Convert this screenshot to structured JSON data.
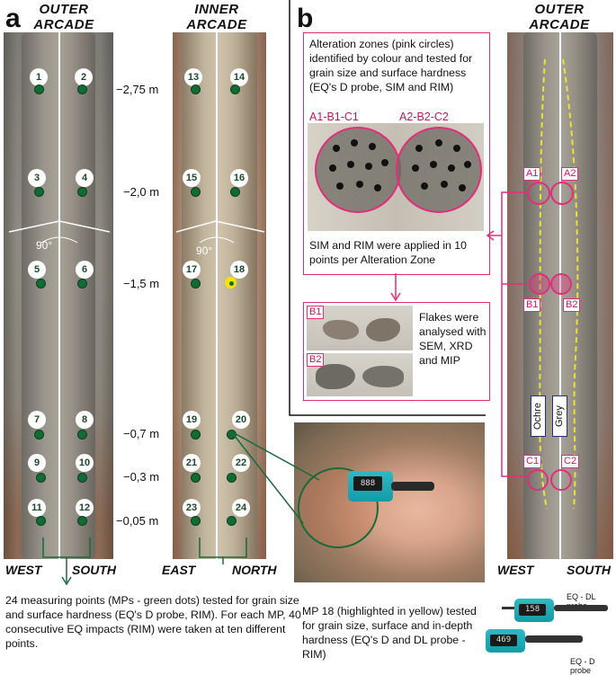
{
  "panel_a": {
    "letter": "a",
    "outer_title": "OUTER\nARCADE",
    "inner_title": "INNER\nARCADE",
    "heights": [
      "−2,75 m",
      "−2,0 m",
      "−1,5 m",
      "−0,7 m",
      "−0,3 m",
      "−0,05 m"
    ],
    "angle_outer": "90°",
    "angle_inner": "90°",
    "outer_points": [
      "1",
      "2",
      "3",
      "4",
      "5",
      "6",
      "7",
      "8",
      "9",
      "10",
      "11",
      "12"
    ],
    "inner_points": [
      "13",
      "14",
      "15",
      "16",
      "17",
      "18",
      "19",
      "20",
      "21",
      "22",
      "23",
      "24"
    ],
    "outer_west": "WEST",
    "outer_south": "SOUTH",
    "inner_east": "EAST",
    "inner_north": "NORTH",
    "caption_left": "24 measuring points (MPs - green dots) tested for grain size and surface hardness (EQ's D probe, RIM). For each MP, 40 consecutive EQ impacts (RIM) were taken at ten different points.",
    "caption_mid": "MP 18 (highlighted in yellow) tested for grain size, surface and in-depth hardness (EQ's D and DL probe - RIM)",
    "device_screen": "888",
    "colors": {
      "green_dot": "#116b33",
      "highlight": "#f4e400"
    }
  },
  "panel_b": {
    "letter": "b",
    "outer_title": "OUTER\nARCADE",
    "box_top_text": "Alteration zones (pink circles) identified by colour and tested for grain size and surface hardness (EQ's D probe, SIM and RIM)",
    "zone_group_1": "A1-B1-C1",
    "zone_group_2": "A2-B2-C2",
    "box_bottom_text": "SIM and RIM were applied in 10 points per Alteration Zone",
    "flake_labels": [
      "B1",
      "B2"
    ],
    "flakes_text": "Flakes were analysed with SEM, XRD and MIP",
    "zone_labels": [
      "A1",
      "A2",
      "B1",
      "B2",
      "C1",
      "C2"
    ],
    "ochre": "Ochre",
    "grey": "Grey",
    "west": "WEST",
    "south": "SOUTH",
    "probe_dl": "EQ - DL probe",
    "probe_d": "EQ - D probe",
    "probe_dl_screen": "158",
    "probe_d_screen": "469",
    "colors": {
      "magenta": "#e02f7a",
      "navy": "#23307a",
      "yellow_dash": "#e9e23a"
    }
  }
}
